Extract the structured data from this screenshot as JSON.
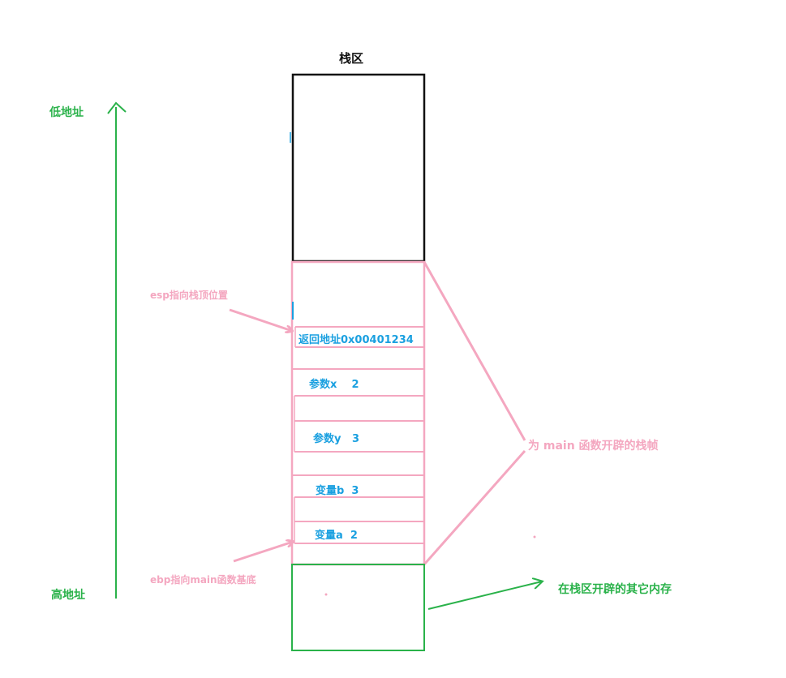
{
  "stack_title": "栈区",
  "address_axis": {
    "low_label": "低地址",
    "high_label": "高地址"
  },
  "pointers": {
    "esp_label": "esp指向栈顶位置",
    "ebp_label": "ebp指向main函数基底"
  },
  "frame": {
    "slots": [
      {
        "text": "返回地址0x00401234"
      },
      {
        "text": "参数x    2"
      },
      {
        "text": "参数y   3"
      },
      {
        "text": "变量b  3"
      },
      {
        "text": "变量a  2"
      }
    ],
    "brace_label": "为 main 函数开辟的栈帧"
  },
  "other_memory_label": "在栈区开辟的其它内存",
  "colors": {
    "green": "#2ab24a",
    "pink": "#f4a7c0",
    "blue": "#1aa0e0",
    "black": "#111111"
  }
}
